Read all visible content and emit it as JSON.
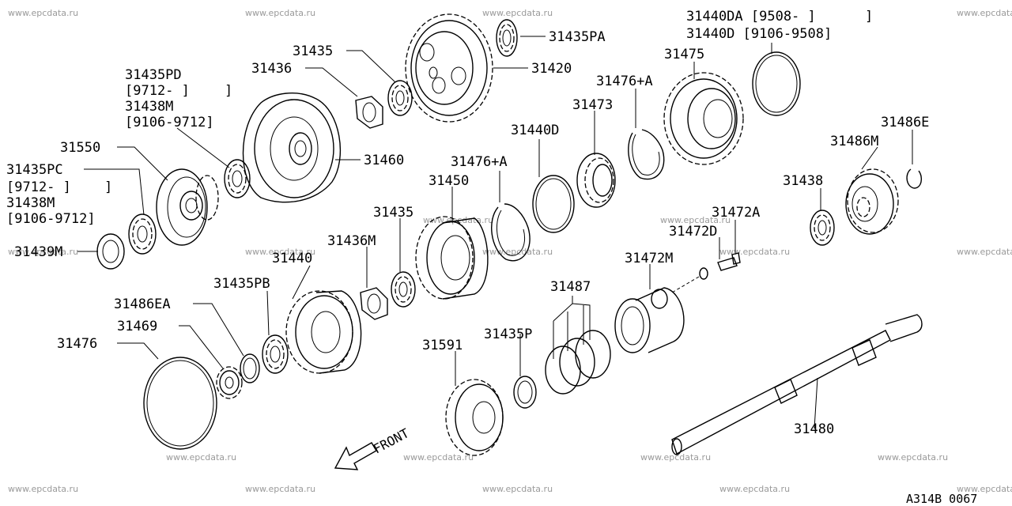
{
  "diagram": {
    "reference": "A314B 0067",
    "direction_label": "FRONT",
    "labels": {
      "p31435pa": "31435PA",
      "p31420": "31420",
      "p31435": "31435",
      "p31436": "31436",
      "p31440da_a": "31440DA [9508-    ]",
      "p31440da_b": "31440D [9106-9508]",
      "p31475": "31475",
      "p31476a_top": "31476+A",
      "p31473": "31473",
      "p31435pd": "31435PD",
      "p31435pd_range": "[9712-    ]",
      "p31438m_top": "31438M",
      "p31438m_top_range": "[9106-9712]",
      "p31460": "31460",
      "p31550": "31550",
      "p31440d": "31440D",
      "p31476a_mid": "31476+A",
      "p31450": "31450",
      "p31486e": "31486E",
      "p31486m": "31486M",
      "p31435pc": "31435PC",
      "p31435pc_range": "[9712-    ]",
      "p31438m_left": "31438M",
      "p31438m_left_range": "[9106-9712]",
      "p31438": "31438",
      "p31472a": "31472A",
      "p31435_mid": "31435",
      "p31472d": "31472D",
      "p31439m": "31439M",
      "p31436m": "31436M",
      "p31440": "31440",
      "p31472m": "31472M",
      "p31435pb": "31435PB",
      "p31487": "31487",
      "p31486ea": "31486EA",
      "p31469": "31469",
      "p31435p": "31435P",
      "p31591": "31591",
      "p31476": "31476",
      "p31480": "31480"
    },
    "watermark": "www.epcdata.ru"
  }
}
